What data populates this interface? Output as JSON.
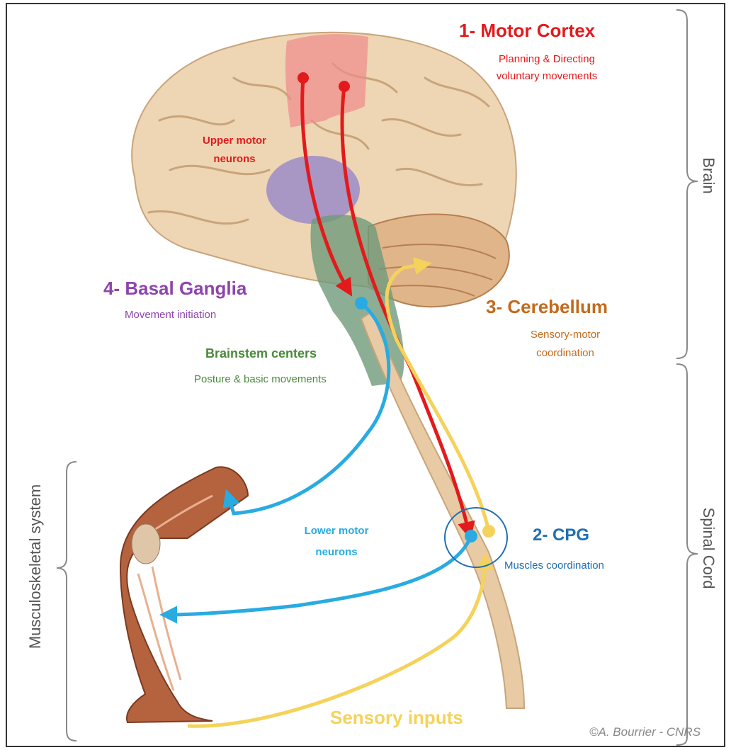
{
  "labels": {
    "motor_cortex_title": "1- Motor Cortex",
    "motor_cortex_line1": "Planning & Directing",
    "motor_cortex_line2": "voluntary movements",
    "upper_motor_line1": "Upper motor",
    "upper_motor_line2": "neurons",
    "basal_ganglia_title": "4- Basal Ganglia",
    "basal_ganglia_sub": "Movement initiation",
    "brainstem_title": "Brainstem centers",
    "brainstem_sub": "Posture & basic movements",
    "cerebellum_title": "3- Cerebellum",
    "cerebellum_line1": "Sensory-motor",
    "cerebellum_line2": "coordination",
    "lower_motor_line1": "Lower motor",
    "lower_motor_line2": "neurons",
    "cpg_title": "2- CPG",
    "cpg_sub": "Muscles coordination",
    "sensory_inputs": "Sensory inputs",
    "credit": "©A. Bourrier - CNRS"
  },
  "side_labels": {
    "brain": "Brain",
    "spinal_cord": "Spinal Cord",
    "musculoskeletal": "Musculoskeletal system"
  },
  "colors": {
    "motor": "#e31a1c",
    "basal_ganglia": "#8e44ad",
    "brainstem": "#4a8a3a",
    "cerebellum": "#c46a1c",
    "lower_motor": "#29abe2",
    "cpg": "#1f6fb5",
    "sensory": "#f5d25a"
  }
}
